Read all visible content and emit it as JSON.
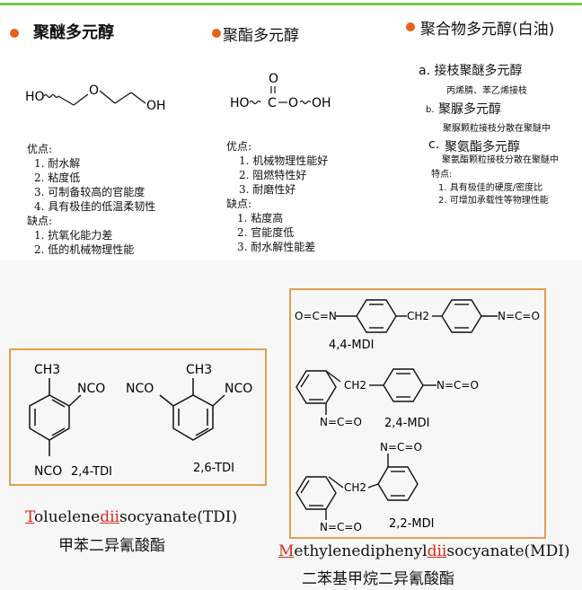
{
  "section1": {
    "title": "聚醚多元醇",
    "formula": {
      "left": "HO",
      "mid": "O",
      "right": "OH"
    },
    "pros_label": "优点:",
    "pros": [
      "1. 耐水解",
      "2. 粘度低",
      "3. 可制备较高的官能度",
      "4. 具有极佳的低温柔韧性"
    ],
    "cons_label": "缺点:",
    "cons": [
      "1. 抗氧化能力差",
      "2. 低的机械物理性能"
    ]
  },
  "section2": {
    "title": "聚酯多元醇",
    "formula": {
      "left": "HO",
      "c": "C",
      "o_top": "O",
      "o_mid": "O",
      "right": "OH"
    },
    "pros_label": "优点:",
    "pros": [
      "1. 机械物理性能好",
      "2. 阻燃特性好",
      "3. 耐磨性好"
    ],
    "cons_label": "缺点:",
    "cons": [
      "1. 粘度高",
      "2. 官能度低",
      "3. 耐水解性能差"
    ]
  },
  "section3": {
    "title": "聚合物多元醇(白油)",
    "a_label": "a. 接枝聚醚多元醇",
    "a_desc": "丙烯腈、苯乙烯接枝",
    "b_prefix": "b.",
    "b_label": "聚脲多元醇",
    "b_desc": "聚脲颗粒接枝分散在聚醚中",
    "c_prefix": "c.",
    "c_label": "聚氨酯多元醇",
    "c_desc": "聚氨酯颗粒接枝分散在聚醚中",
    "features_label": "特点:",
    "features": [
      "1. 具有极佳的硬度/密度比",
      "2. 可增加承载性等物理性能"
    ]
  },
  "tdi": {
    "ch3": "CH3",
    "nco": "NCO",
    "label_24": "2,4-TDI",
    "label_26": "2,6-TDI",
    "name_parts": [
      "T",
      "oluelene",
      "dii",
      "socyanate(TDI)"
    ],
    "name_cn": "甲苯二异氰酸酯"
  },
  "mdi": {
    "nco_left": "O=C=N",
    "nco_right": "N=C=O",
    "ch2": "CH2",
    "label_44": "4,4-MDI",
    "label_24": "2,4-MDI",
    "label_22": "2,2-MDI",
    "name_parts": [
      "M",
      "ethylenediphenyl",
      "dii",
      "socyanate(MDI)"
    ],
    "name_cn": "二苯基甲烷二异氰酸酯"
  },
  "colors": {
    "bullet": "#e8611a",
    "box_border": "#e0a050",
    "top_line": "#79c447",
    "highlight": "#d42a1e"
  }
}
